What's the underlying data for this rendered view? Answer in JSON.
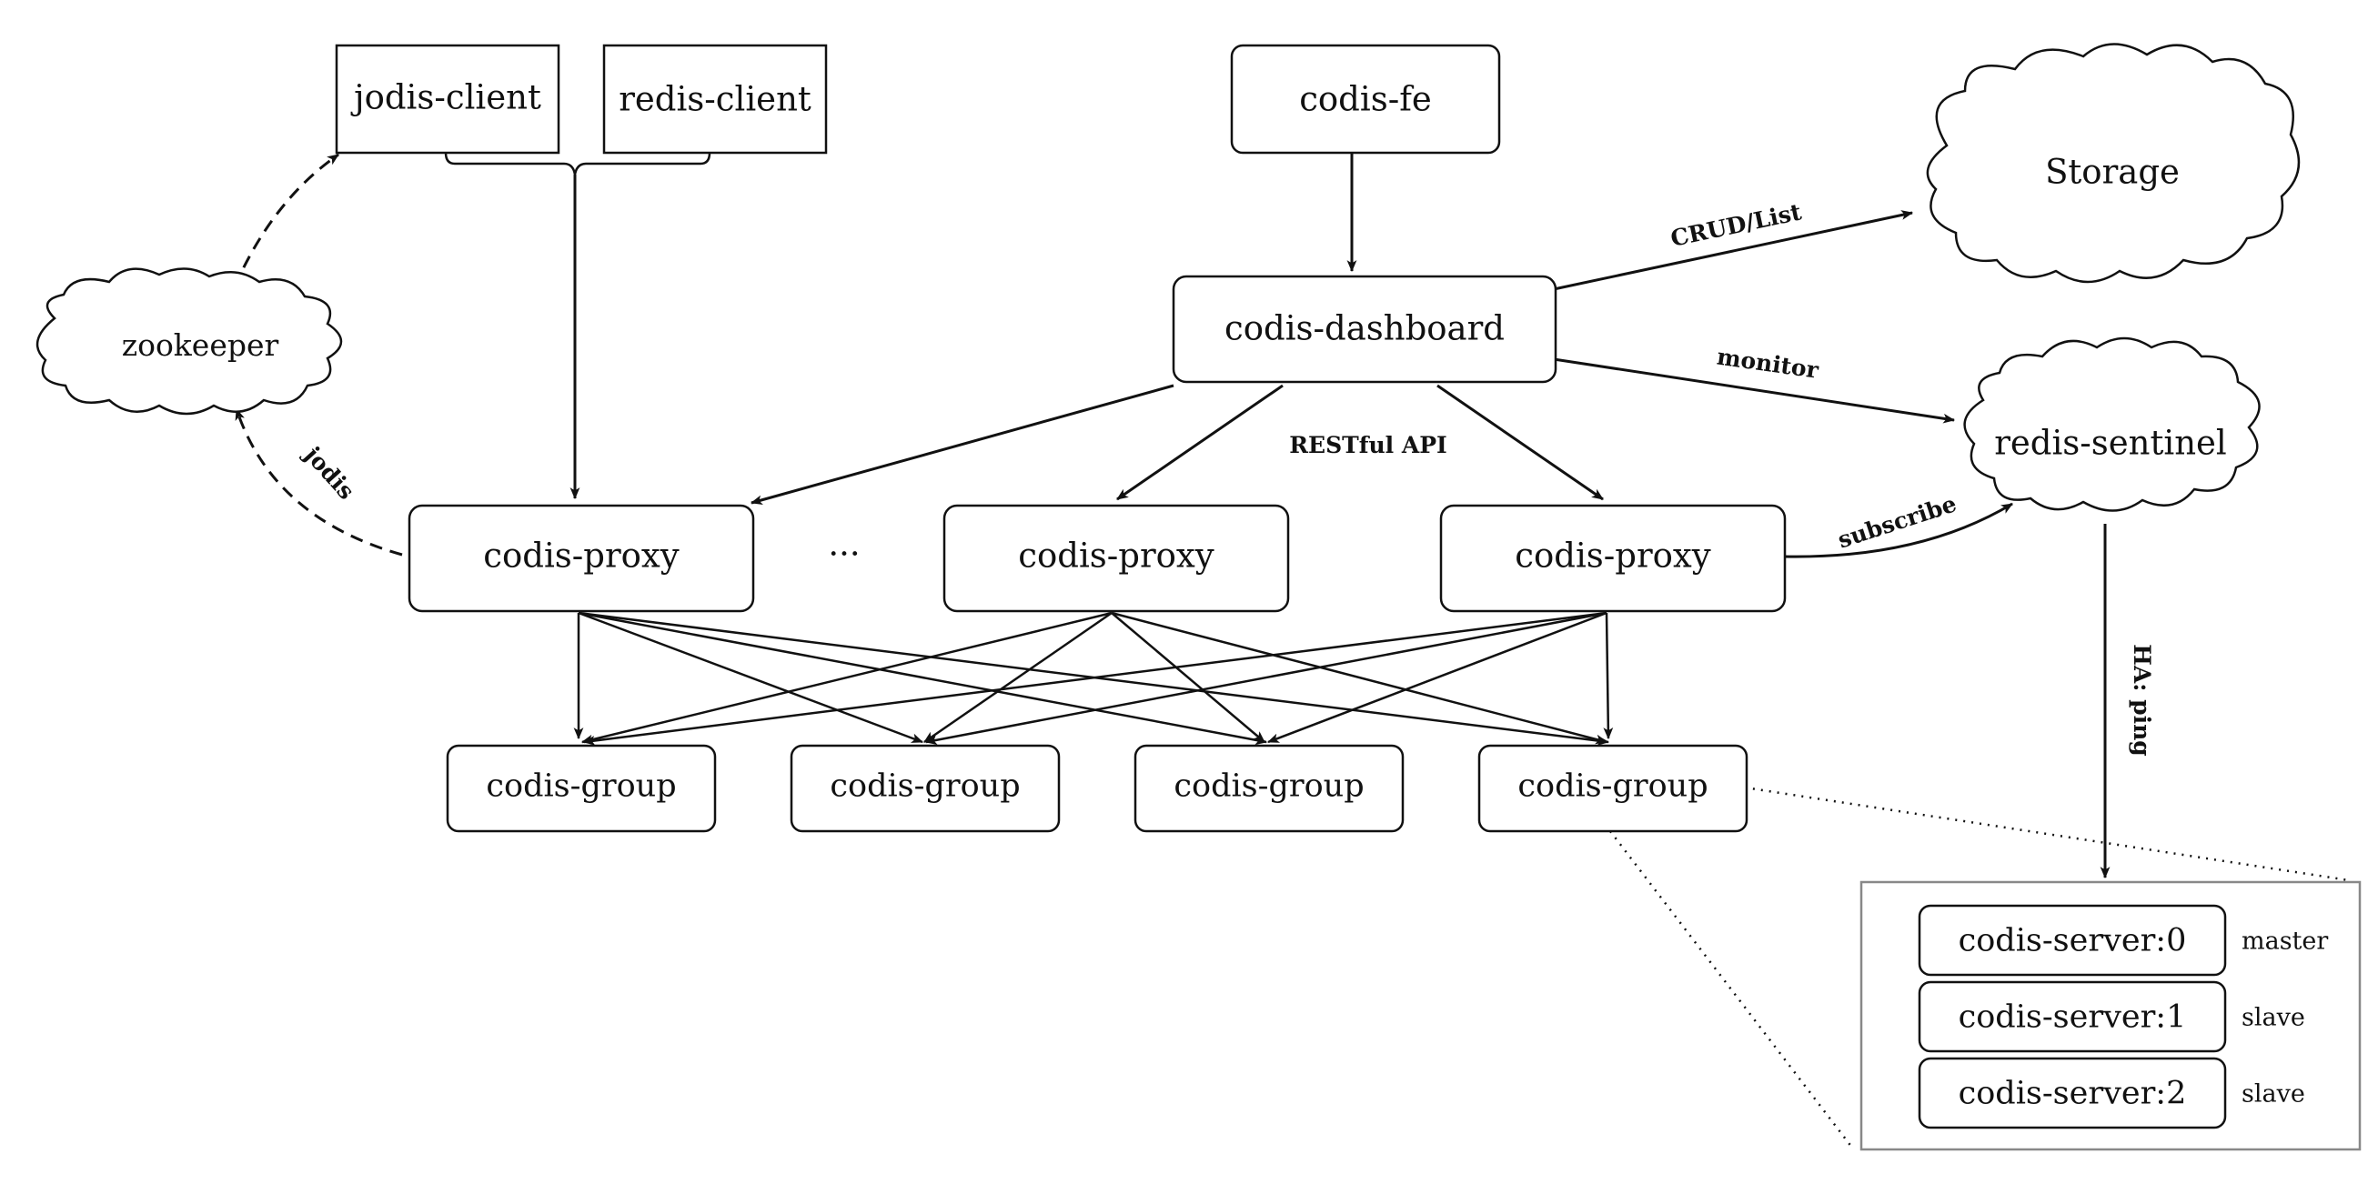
{
  "nodes": {
    "jodis_client": "jodis-client",
    "redis_client": "redis-client",
    "codis_fe": "codis-fe",
    "storage": "Storage",
    "zookeeper": "zookeeper",
    "codis_dashboard": "codis-dashboard",
    "redis_sentinel": "redis-sentinel",
    "proxy_1": "codis-proxy",
    "proxy_2": "codis-proxy",
    "proxy_3": "codis-proxy",
    "proxy_ellipsis": "···",
    "group_1": "codis-group",
    "group_2": "codis-group",
    "group_3": "codis-group",
    "group_4": "codis-group",
    "server_0": "codis-server:0",
    "server_1": "codis-server:1",
    "server_2": "codis-server:2"
  },
  "roles": {
    "server_0": "master",
    "server_1": "slave",
    "server_2": "slave"
  },
  "edge_labels": {
    "crud_list": "CRUD/List",
    "monitor": "monitor",
    "restful_api": "RESTful API",
    "jodis": "jodis",
    "subscribe": "subscribe",
    "ha_ping": "HA: ping"
  },
  "colors": {
    "line": "#111111",
    "group_frame": "#888888",
    "background": "#ffffff"
  }
}
